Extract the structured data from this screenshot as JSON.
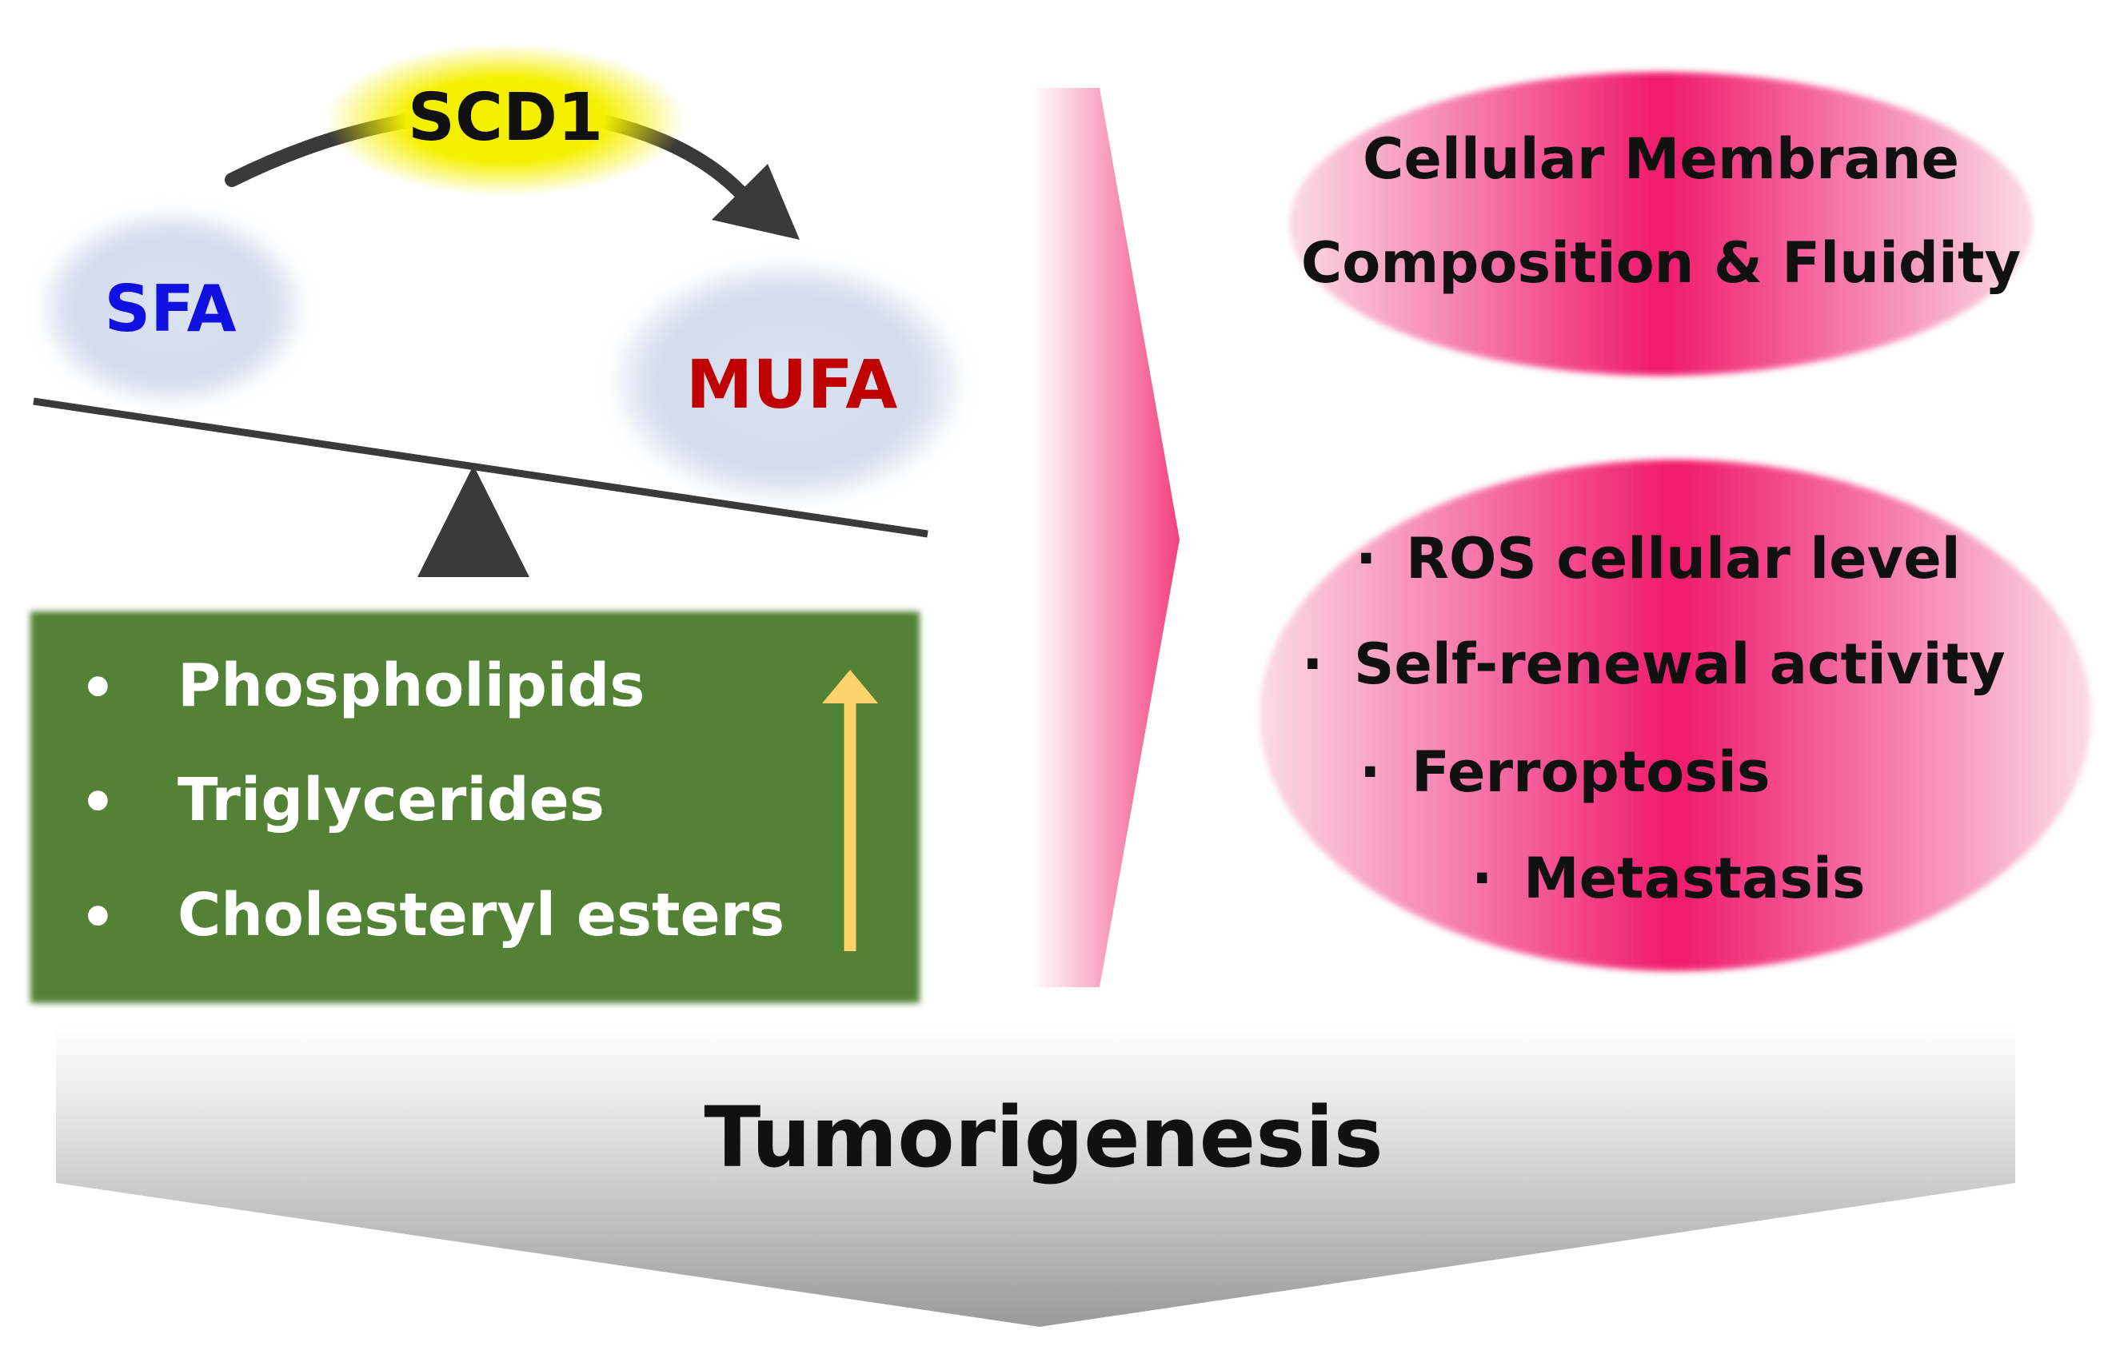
{
  "enzyme": {
    "label": "SCD1"
  },
  "substrate": {
    "label": "SFA",
    "color": "#1010e0"
  },
  "product": {
    "label": "MUFA",
    "color": "#c00000"
  },
  "lipid_box": {
    "items": [
      {
        "bullet": "•",
        "label": "Phospholipids"
      },
      {
        "bullet": "•",
        "label": "Triglycerides"
      },
      {
        "bullet": "•",
        "label": "Cholesteryl esters"
      }
    ],
    "direction": "increase",
    "background_color": "#538135",
    "arrow_color": "#ffd36b"
  },
  "membrane": {
    "line1": "Cellular  Membrane",
    "line2": "Composition & Fluidity"
  },
  "effects": {
    "items": [
      {
        "bullet": "·",
        "label": "ROS cellular  level"
      },
      {
        "bullet": "·",
        "label": "Self-renewal  activity"
      },
      {
        "bullet": "·",
        "label": "Ferroptosis"
      },
      {
        "bullet": "·",
        "label": "Metastasis"
      }
    ]
  },
  "outcome": {
    "label": "Tumorigenesis"
  },
  "colors": {
    "accent_pink": "#f0196b",
    "enzyme_glow": "#f5f000",
    "balance": "#3a3a3a",
    "bubble": "#dbe3f1"
  }
}
